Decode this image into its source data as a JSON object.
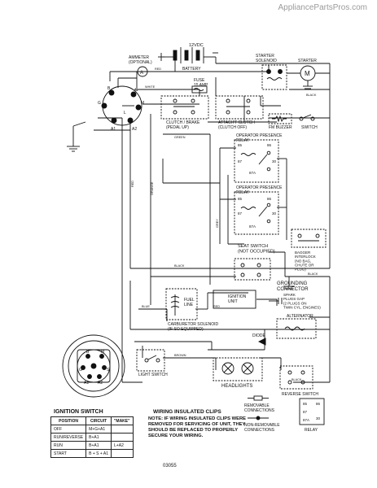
{
  "watermark": "AppliancePartsPros.com",
  "diagram_code": "03055",
  "colors": {
    "ink": "#111111",
    "background": "#ffffff",
    "watermark": "#9a9a9a"
  },
  "labels": {
    "battery_voltage": "12VDC",
    "battery": "BATTERY",
    "ammeter": "AMMETER\n(OPTIONAL)",
    "starter_solenoid": "STARTER\nSOLENOID",
    "starter": "STARTER",
    "fuse": "FUSE\n15 AMP",
    "clutch_brake": "CLUTCH / BRAKE\n(PEDAL UP)",
    "attach_clutch": "ATTACH'T CLUTCH\n(CLUTCH OFF)",
    "fm_buzzer": "FM BUZZER",
    "switch": "SWITCH",
    "operator_presence_relay_1": "OPERATOR PRESENCE\nRELAY",
    "operator_presence_relay_2": "OPERATOR PRESENCE\nRELAY",
    "seat_switch": "SEAT SWITCH\n(NOT OCCUPIED)",
    "bagger_interlock": "BAGGER\nINTERLOCK\n(NO BAG,\nCHUTE OR\nPLUG)",
    "grounding_connector": "GROUNDING\nCONNECTOR",
    "fuel_line": "FUEL\nLINE",
    "ignition_unit": "IGNITION\nUNIT",
    "spark_plugs": "SPARK\nPLUGS GAP\n(2 PLUGS ON\nTWIN CYL. ENGINES)",
    "carburetor_solenoid": "CARBURETOR SOLENOID\n(IF SO EQUIPPED)",
    "alternator": "ALTERNATOR",
    "diode": "DIODE",
    "light_switch": "LIGHT SWITCH",
    "headlights": "HEADLIGHTS",
    "reverse_switch": "REVERSE SWITCH",
    "removable_connections": "REMOVABLE\nCONNECTIONS",
    "non_removable_connections": "NON-REMOVABLE\nCONNECTIONS",
    "relay": "RELAY",
    "relay_pins": [
      "85",
      "86",
      "87",
      "30",
      "87A"
    ],
    "wire_colors": [
      "RED",
      "WHITE",
      "BLACK",
      "GREEN",
      "ORANGE",
      "BROWN",
      "GREY",
      "BLUE",
      "YELLOW"
    ],
    "switch_terminals": [
      "B",
      "S",
      "M",
      "A1",
      "A2",
      "G",
      "L"
    ]
  },
  "ignition_switch": {
    "title": "IGNITION SWITCH",
    "headers": [
      "POSITION",
      "CIRCUIT",
      "\"MAKE\""
    ],
    "rows": [
      [
        "OFF",
        "M+G+A1",
        ""
      ],
      [
        "RUN/REVERSE",
        "B+A1",
        ""
      ],
      [
        "RUN",
        "B+A1",
        "L+A2"
      ],
      [
        "START",
        "B + S + A1",
        ""
      ]
    ]
  },
  "wiring_clips": {
    "title": "WIRING INSULATED CLIPS",
    "note": "NOTE: IF WIRING INSULATED CLIPS WERE REMOVED FOR SERVICING OF UNIT, THEY SHOULD BE REPLACED TO PROPERLY SECURE YOUR WIRING."
  }
}
